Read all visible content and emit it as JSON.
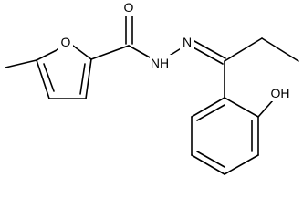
{
  "molecule": {
    "atoms": [
      {
        "id": "O_furan",
        "label": "O"
      },
      {
        "id": "O_carbonyl",
        "label": "O"
      },
      {
        "id": "N_amide",
        "label": "NH"
      },
      {
        "id": "N_imine",
        "label": "N"
      },
      {
        "id": "O_hydroxyl",
        "label": "OH"
      }
    ]
  }
}
